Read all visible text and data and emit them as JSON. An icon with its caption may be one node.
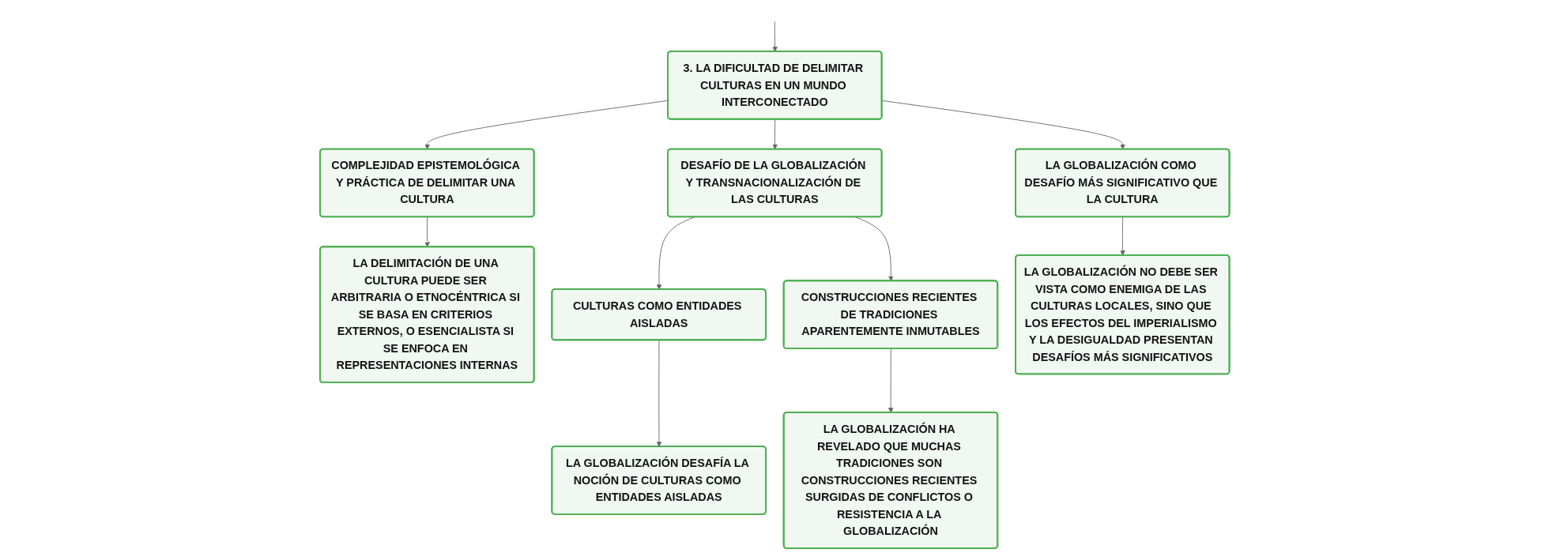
{
  "diagram": {
    "nodes": [
      {
        "text": [
          "3. LA DIFICULTAD DE DELIMITAR CULTURAS EN UN MUNDO INTERCONECTADO"
        ]
      },
      {
        "text": [
          "COMPLEJIDAD EPISTEMOLÓGICA Y PRÁCTICA DE DELIMITAR UNA CULTURA"
        ]
      },
      {
        "text": [
          "DESAFÍO DE LA GLOBALIZACIÓN Y TRANSNACIONALIZACIÓN DE LAS CULTURAS"
        ]
      },
      {
        "text": [
          "LA GLOBALIZACIÓN COMO DESAFÍO MÁS SIGNIFICATIVO QUE LA CULTURA"
        ]
      },
      {
        "text": [
          "LA DELIMITACIÓN DE UNA CULTURA PUEDE SER ARBITRARIA O ETNOCÉNTRICA SI SE BASA EN CRITERIOS EXTERNOS, O ESENCIALISTA SI SE ENFOCA EN REPRESENTACIONES INTERNAS"
        ]
      },
      {
        "text": [
          "CULTURAS COMO ENTIDADES AISLADAS"
        ]
      },
      {
        "text": [
          "LA GLOBALIZACIÓN DESAFÍA LA NOCIÓN DE CULTURAS COMO ENTIDADES AISLADAS"
        ]
      },
      {
        "text": [
          "CONSTRUCCIONES RECIENTES DE TRADICIONES APARENTEMENTE INMUTABLES"
        ]
      },
      {
        "text": [
          "LA GLOBALIZACIÓN HA REVELADO QUE MUCHAS TRADICIONES SON CONSTRUCCIONES RECIENTES SURGIDAS DE CONFLICTOS O RESISTENCIA A LA GLOBALIZACIÓN"
        ]
      },
      {
        "text": [
          "LA GLOBALIZACIÓN NO DEBE SER VISTA COMO ENEMIGA DE LAS CULTURAS LOCALES, SINO QUE LOS EFECTOS DEL IMPERIALISMO Y LA DESIGUALDAD PRESENTAN DESAFÍOS MÁS SIGNIFICATIVOS"
        ]
      }
    ],
    "edges": [
      {
        "from": null,
        "to": 0,
        "arrow": "to"
      },
      {
        "from": 0,
        "to": 1,
        "arrow": "to"
      },
      {
        "from": 0,
        "to": 2,
        "arrow": "to"
      },
      {
        "from": 0,
        "to": 3,
        "arrow": "to"
      },
      {
        "from": 1,
        "to": 4,
        "arrow": "to"
      },
      {
        "from": 2,
        "to": 5,
        "arrow": "to"
      },
      {
        "from": 5,
        "to": 6,
        "arrow": "to"
      },
      {
        "from": 2,
        "to": 7,
        "arrow": "to"
      },
      {
        "from": 7,
        "to": 8,
        "arrow": "to"
      },
      {
        "from": 3,
        "to": 9,
        "arrow": "to"
      }
    ]
  }
}
